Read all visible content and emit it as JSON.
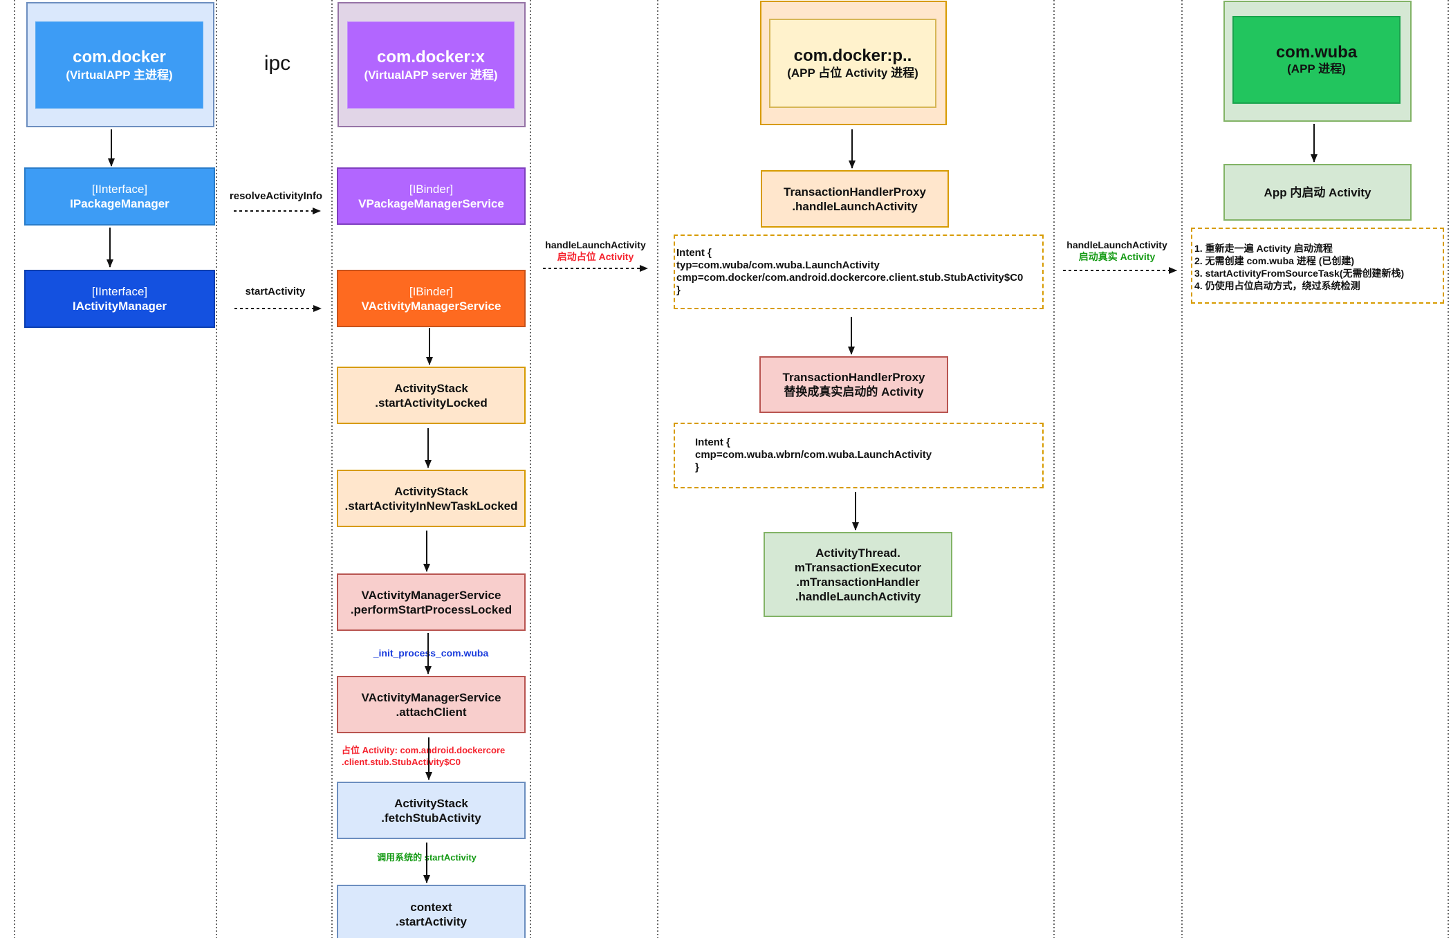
{
  "ipc": {
    "label": "ipc",
    "resolve_label": "resolveActivityInfo",
    "start_label": "startActivity"
  },
  "main_process": {
    "title": "com.docker",
    "subtitle": "(VirtualAPP 主进程)",
    "package_manager": {
      "kind": "[IInterface]",
      "name": "IPackageManager"
    },
    "activity_manager": {
      "kind": "[IInterface]",
      "name": "IActivityManager"
    }
  },
  "server_process": {
    "title": "com.docker:x",
    "subtitle": "(VirtualAPP server 进程)",
    "package_service": {
      "kind": "[IBinder]",
      "name": "VPackageManagerService"
    },
    "activity_service": {
      "kind": "[IBinder]",
      "name": "VActivityManagerService"
    },
    "steps": [
      {
        "line1": "ActivityStack",
        "line2": ".startActivityLocked"
      },
      {
        "line1": "ActivityStack",
        "line2": ".startActivityInNewTaskLocked"
      },
      {
        "line1": "VActivityManagerService",
        "line2": ".performStartProcessLocked"
      },
      {
        "line1": "VActivityManagerService",
        "line2": ".attachClient"
      },
      {
        "line1": "ActivityStack",
        "line2": ".fetchStubActivity"
      },
      {
        "line1": "context",
        "line2": ".startActivity"
      }
    ],
    "edge_labels": {
      "init_process": "_init_process_com.wuba",
      "stub_activity_line1": "占位 Activity: com.android.dockercore",
      "stub_activity_line2": ".client.stub.StubActivity$C0",
      "system_start": "调用系统的 startActivity"
    }
  },
  "launch_stub_edge": {
    "method": "handleLaunchActivity",
    "note": "启动占位 Activity"
  },
  "stub_process": {
    "title": "com.docker:p..",
    "subtitle": "(APP 占位 Activity 进程)",
    "handler": {
      "line1": "TransactionHandlerProxy",
      "line2": ".handleLaunchActivity"
    },
    "intent_before": [
      "Intent {",
      "typ=com.wuba/com.wuba.LaunchActivity",
      "cmp=com.docker/com.android.dockercore.client.stub.StubActivity$C0",
      "}"
    ],
    "replace": {
      "line1": "TransactionHandlerProxy",
      "line2": "替换成真实启动的 Activity"
    },
    "intent_after": [
      "Intent {",
      "cmp=com.wuba.wbrn/com.wuba.LaunchActivity",
      "}"
    ],
    "activity_thread": [
      "ActivityThread.",
      "mTransactionExecutor",
      ".mTransactionHandler",
      ".handleLaunchActivity"
    ]
  },
  "launch_real_edge": {
    "method": "handleLaunchActivity",
    "note": "启动真实 Activity"
  },
  "app_process": {
    "title": "com.wuba",
    "subtitle": "(APP 进程)",
    "launch": "App 内启动 Activity",
    "notes": [
      "1. 重新走一遍 Activity 启动流程",
      "2. 无需创建 com.wuba 进程 (已创建)",
      "3. startActivityFromSourceTask(无需创建新栈)",
      "4. 仍使用占位启动方式，绕过系统检测"
    ]
  },
  "colors": {
    "label_blue": "#1a3cdc",
    "label_red": "#f5222d",
    "label_green": "#169b16",
    "main_blue": "#3d9cf5",
    "manager_blue": "#1451e0",
    "server_purple": "#b266ff",
    "service_orange": "#fe6a20",
    "app_green": "#22c55e"
  }
}
